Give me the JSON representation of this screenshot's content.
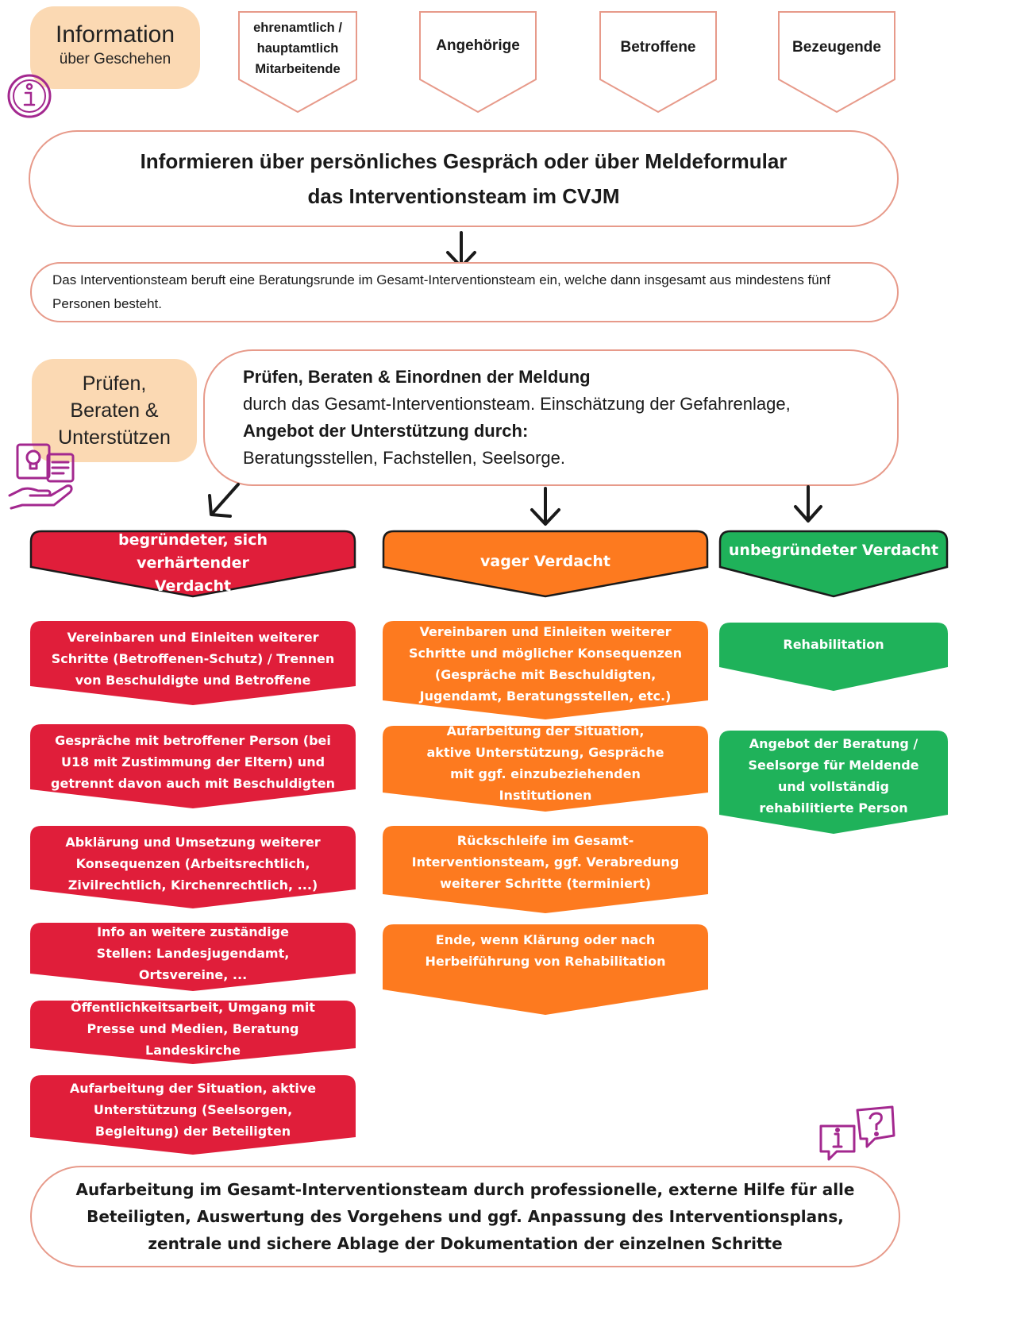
{
  "colors": {
    "red": "#e01e3a",
    "orange": "#fd7a1f",
    "green": "#1fb25a",
    "peach": "#fbd9b3",
    "outline": "#e79a8a",
    "icon_purple": "#a3288f"
  },
  "info_label": {
    "title": "Information",
    "subtitle": "über Geschehen"
  },
  "source_tabs": [
    {
      "label": "ehrenamtlich / hauptamtlich Mitarbeitende"
    },
    {
      "label": "Angehörige"
    },
    {
      "label": "Betroffene"
    },
    {
      "label": "Bezeugende"
    }
  ],
  "inform_box": {
    "line1": "Informieren über persönliches Gespräch oder über Meldeformular",
    "line2": "das Interventionsteam im CVJM"
  },
  "team_box": {
    "text": "Das Interventionsteam beruft eine Beratungsrunde im Gesamt-Interventionsteam ein, welche dann insgesamt aus mindestens fünf Personen besteht."
  },
  "review_label": {
    "line1": "Prüfen,",
    "line2": "Beraten &",
    "line3": "Unterstützen"
  },
  "review_box": {
    "heading": "Prüfen, Beraten & Einordnen der Meldung",
    "text1": "durch das Gesamt-Interventionsteam. Einschätzung der Gefahrenlage,",
    "heading2": "Angebot der Unterstützung durch:",
    "text2": "Beratungsstellen, Fachstellen, Seelsorge."
  },
  "columns": {
    "red": {
      "header": "begründeter, sich verhärtender Verdacht",
      "steps": [
        "Vereinbaren und Einleiten weiterer Schritte (Betroffenen-Schutz) / Trennen von Beschuldigte und Betroffene",
        "Gespräche mit betroffener Person (bei U18 mit Zustimmung der Eltern) und getrennt davon auch mit Beschuldigten",
        "Abklärung und Umsetzung weiterer Konsequenzen (Arbeitsrechtlich, Zivilrechtlich, Kirchenrechtlich, ...)",
        "Info an weitere zuständige Stellen: Landesjugendamt, Ortsvereine, ...",
        "Öffentlichkeitsarbeit, Umgang mit Presse und Medien, Beratung Landeskirche",
        "Aufarbeitung der Situation, aktive Unterstützung (Seelsorgen, Begleitung) der Beteiligten"
      ]
    },
    "orange": {
      "header": "vager Verdacht",
      "steps": [
        "Vereinbaren und Einleiten weiterer Schritte und möglicher Konsequenzen (Gespräche mit Beschuldigten, Jugendamt, Beratungsstellen, etc.)",
        "Aufarbeitung der Situation, aktive Unterstützung, Gespräche mit ggf. einzubeziehenden Institutionen",
        "Rückschleife im Gesamt-Interventionsteam, ggf. Verabredung weiterer Schritte (terminiert)",
        "Ende, wenn Klärung oder nach Herbeiführung von Rehabilitation"
      ]
    },
    "green": {
      "header": "unbegründeter Verdacht",
      "steps": [
        "Rehabilitation",
        "Angebot der Beratung / Seelsorge für Meldende und vollständig rehabilitierte Person"
      ]
    }
  },
  "final_box": {
    "text": "Aufarbeitung im Gesamt-Interventionsteam durch professionelle, externe Hilfe für alle Beteiligten, Auswertung des Vorgehens und ggf. Anpassung des Interventionsplans, zentrale und sichere Ablage der Dokumentation der einzelnen Schritte"
  }
}
